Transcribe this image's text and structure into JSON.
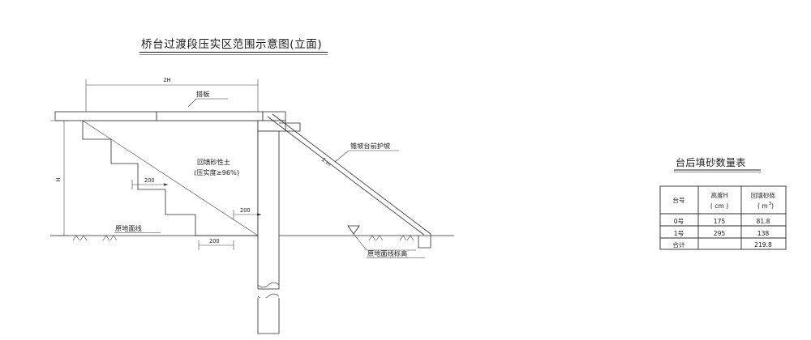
{
  "drawing": {
    "title": "桥台过渡段压实区范围示意图(立面)",
    "labels": {
      "approach_slab": "搭板",
      "backfill_zone_line1": "回填砂性土",
      "backfill_zone_line2": "(压实度≥96%)",
      "slope_protection": "锥坡台前护坡",
      "slope_ratio": "1:m",
      "ground_line": "原地面线",
      "ground_elevation": "原地面线标高"
    },
    "dimensions": {
      "top_width": "2H",
      "height": "H",
      "step1": "200",
      "step2": "200",
      "step3": "200"
    }
  },
  "table": {
    "title": "台后填砂数量表",
    "headers": [
      {
        "line1": "台号",
        "line2": ""
      },
      {
        "line1": "高度H",
        "line2": "( cm )"
      },
      {
        "line1": "回填砂砾",
        "line2": "( m",
        "sup": "3",
        "line2b": " )"
      }
    ],
    "rows": [
      {
        "name": "0号",
        "height": "175",
        "volume": "81.8"
      },
      {
        "name": "1号",
        "height": "295",
        "volume": "138"
      },
      {
        "name": "合计",
        "height": "",
        "volume": "219.8"
      }
    ]
  }
}
